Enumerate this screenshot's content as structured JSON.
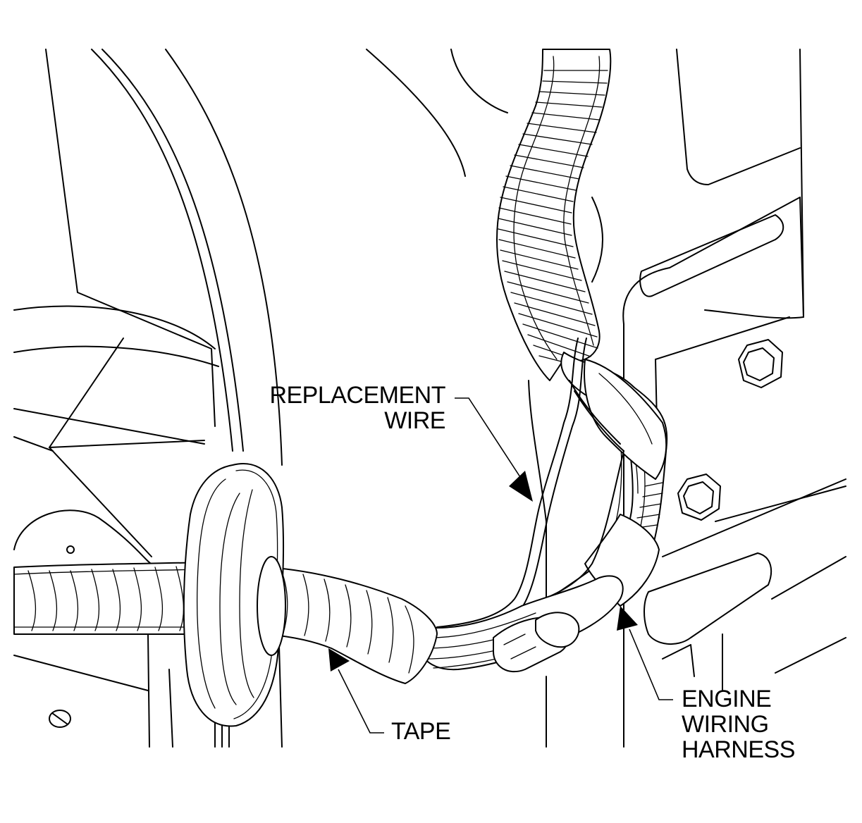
{
  "labels": {
    "replacement_wire": {
      "line1": "REPLACEMENT",
      "line2": "WIRE"
    },
    "tape": "TAPE",
    "engine_wiring_harness": {
      "line1": "ENGINE",
      "line2": "WIRING",
      "line3": "HARNESS"
    }
  },
  "colors": {
    "ink": "#000000",
    "paper": "#ffffff"
  }
}
